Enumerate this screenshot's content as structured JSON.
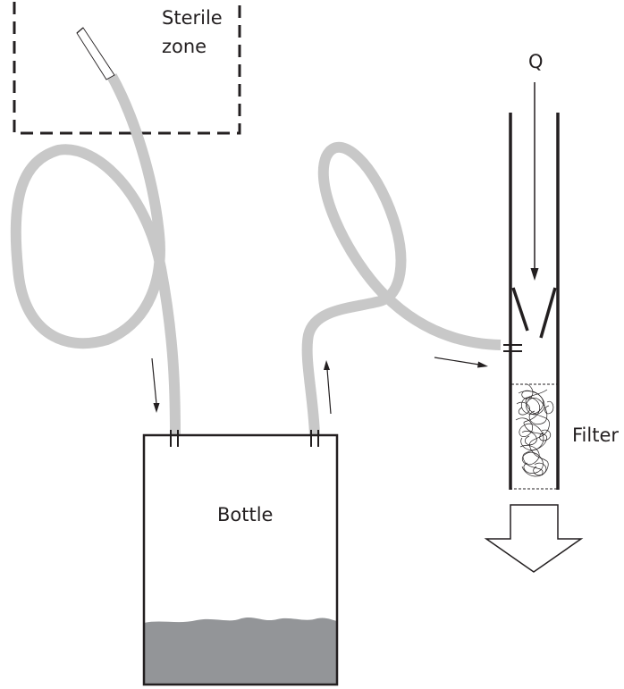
{
  "labels": {
    "sterile_line1": "Sterile",
    "sterile_line2": "zone",
    "q": "Q",
    "filter": "Filter",
    "bottle": "Bottle"
  },
  "colors": {
    "tube": "#c8c8c8",
    "liquid": "#939598",
    "ink": "#231f20"
  }
}
